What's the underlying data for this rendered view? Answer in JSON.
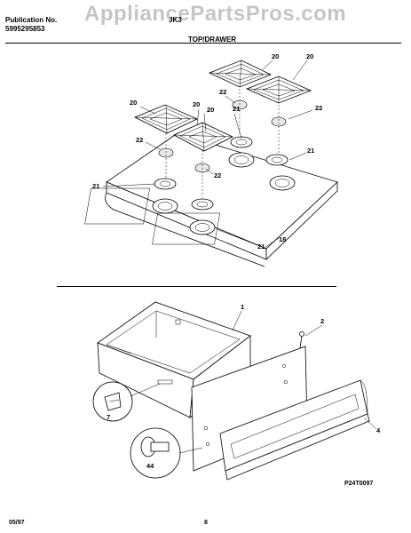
{
  "header": {
    "publication_label": "Publication No.",
    "publication_number": "5995295853",
    "model_code": "JK3",
    "section_title": "TOP/DRAWER"
  },
  "watermark": "AppliancePartsPros.com",
  "callouts": {
    "grate": "20",
    "cap": "22",
    "burner_ring": "21",
    "cooktop": "18",
    "drawer_body": "1",
    "screw": "2",
    "drawer_front": "4",
    "drawer_clip": "7",
    "roller": "44"
  },
  "diagram_code": "P24T0097",
  "footer": {
    "date": "05/97",
    "page": "8"
  }
}
